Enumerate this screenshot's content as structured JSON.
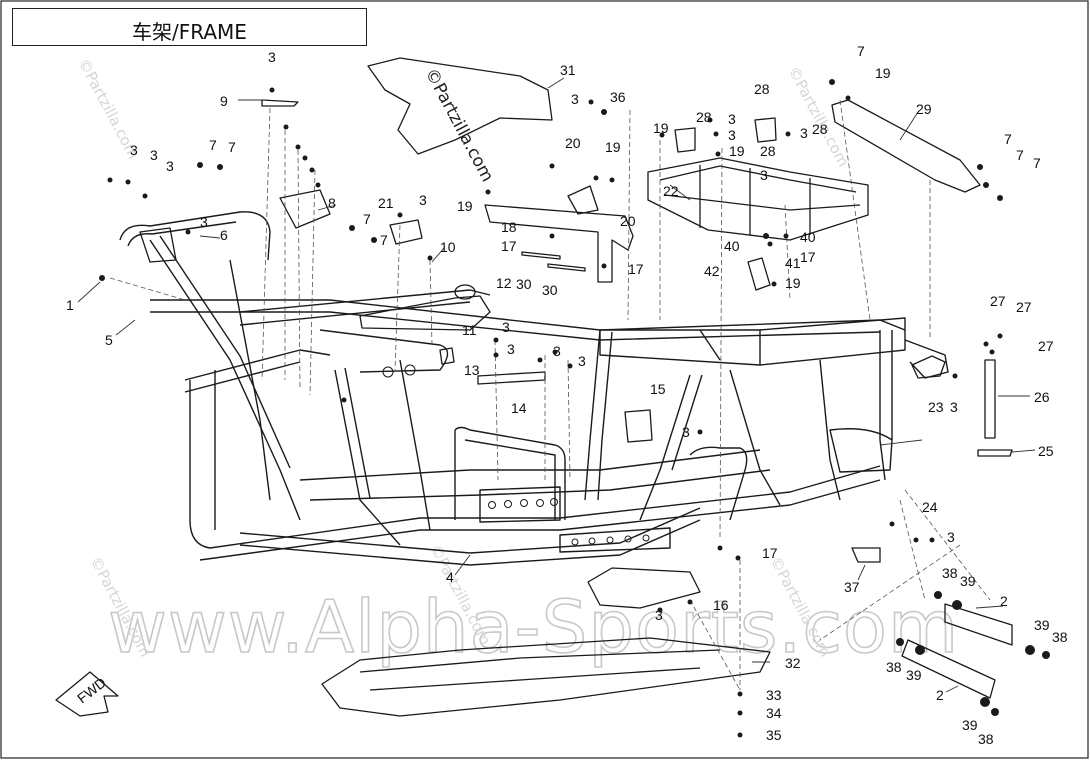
{
  "title": "车架/FRAME",
  "watermarks": {
    "center": "©Partzilla.com",
    "repeat": "©Partzilla.com",
    "site": "www.Alpha-Sports.com"
  },
  "fwd_label": "FWD",
  "colors": {
    "line": "#1a1a1a",
    "leader": "#333333",
    "watermark": "#c8c8c8"
  },
  "callouts": [
    "1",
    "2",
    "3",
    "4",
    "5",
    "6",
    "7",
    "8",
    "9",
    "10",
    "11",
    "12",
    "13",
    "14",
    "15",
    "16",
    "17",
    "18",
    "19",
    "20",
    "21",
    "22",
    "23",
    "24",
    "25",
    "26",
    "27",
    "28",
    "29",
    "30",
    "31",
    "32",
    "33",
    "34",
    "35",
    "36",
    "37",
    "38",
    "39",
    "40",
    "41",
    "42"
  ]
}
